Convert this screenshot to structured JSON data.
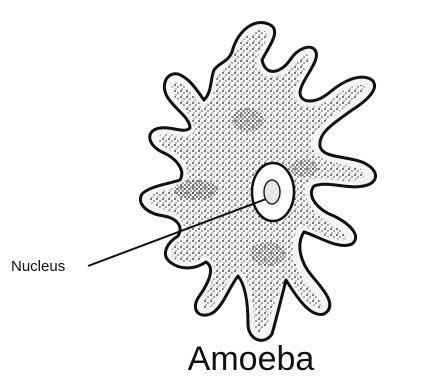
{
  "diagram": {
    "subject": "amoeba",
    "labels": {
      "nucleus": "Nucleus"
    },
    "caption": "Amoeba"
  },
  "colors": {
    "outline": "#111111",
    "stipple": "#222222",
    "body_fill": "#f4f4f4",
    "background": "#ffffff"
  }
}
